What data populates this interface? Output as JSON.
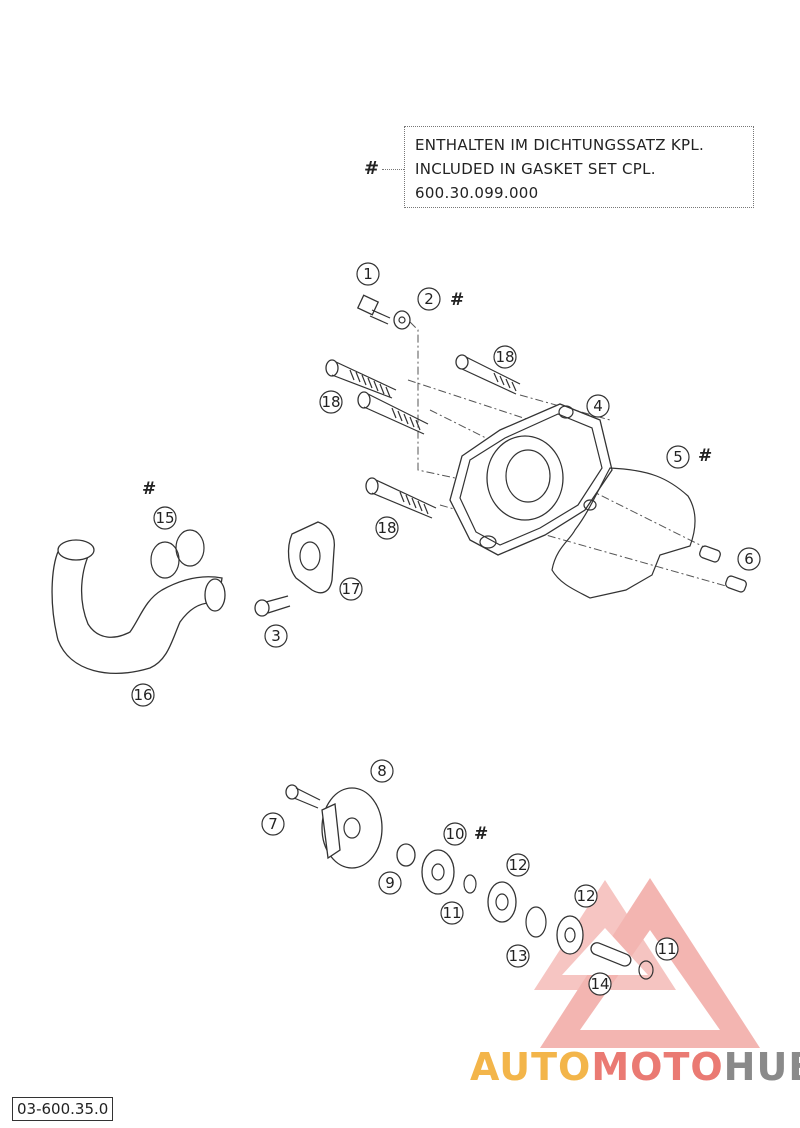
{
  "note": {
    "symbol": "#",
    "lines": [
      "ENTHALTEN IM DICHTUNGSSATZ KPL.",
      "INCLUDED IN GASKET SET CPL.",
      "600.30.099.000"
    ]
  },
  "callouts": [
    "1",
    "2",
    "3",
    "4",
    "5",
    "6",
    "7",
    "8",
    "9",
    "10",
    "11",
    "12",
    "13",
    "14",
    "15",
    "16",
    "17",
    "18"
  ],
  "gasket_mark": "#",
  "document_number": "03-600.35.0",
  "watermark": {
    "part1": "AUTO",
    "part2": "MOTO",
    "part3": "HUB"
  },
  "colors": {
    "watermark_red": "#ea7a73",
    "watermark_orange": "#f3b54a",
    "watermark_gray": "#8a8a8a"
  }
}
